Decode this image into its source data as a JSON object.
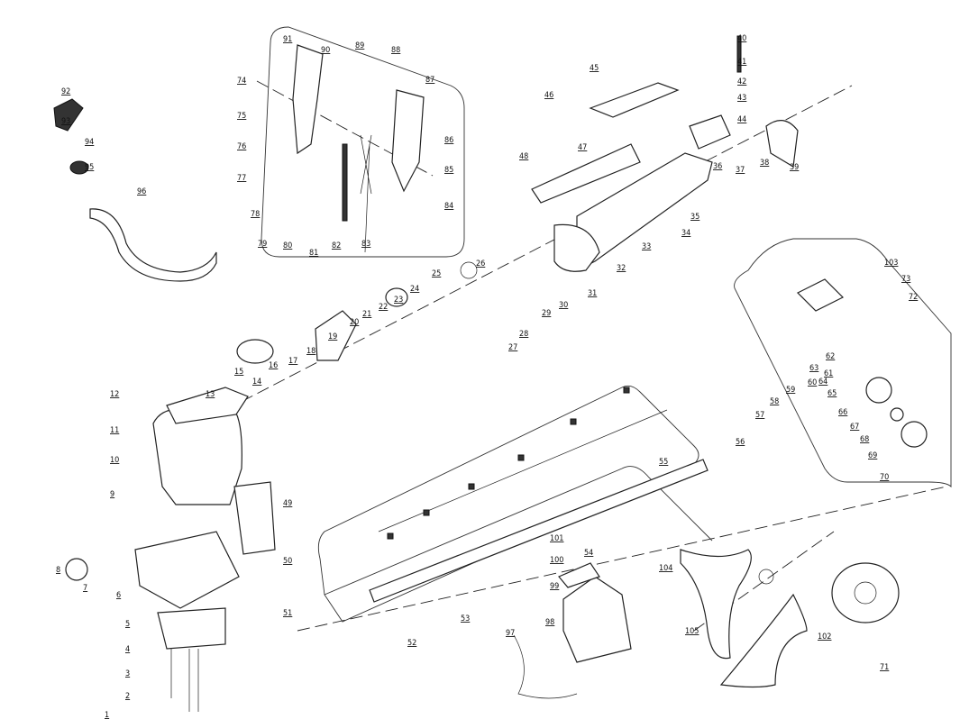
{
  "diagram": {
    "type": "exploded-parts-diagram",
    "part_labels": [
      "92",
      "93",
      "94",
      "95",
      "96",
      "74",
      "91",
      "90",
      "89",
      "88",
      "87",
      "75",
      "76",
      "77",
      "78",
      "79",
      "80",
      "81",
      "82",
      "83",
      "84",
      "85",
      "86",
      "40",
      "41",
      "42",
      "43",
      "44",
      "45",
      "46",
      "47",
      "48",
      "39",
      "38",
      "37",
      "36",
      "35",
      "34",
      "33",
      "32",
      "31",
      "30",
      "29",
      "28",
      "27",
      "26",
      "25",
      "24",
      "23",
      "22",
      "21",
      "20",
      "19",
      "18",
      "17",
      "16",
      "15",
      "14",
      "13",
      "12",
      "11",
      "10",
      "9",
      "8",
      "7",
      "6",
      "5",
      "4",
      "3",
      "2",
      "1",
      "49",
      "50",
      "51",
      "52",
      "53",
      "54",
      "55",
      "56",
      "57",
      "58",
      "59",
      "60",
      "61",
      "62",
      "63",
      "64",
      "65",
      "66",
      "67",
      "68",
      "69",
      "70",
      "71",
      "72",
      "73",
      "103",
      "104",
      "105",
      "102",
      "101",
      "100",
      "99",
      "98",
      "97"
    ]
  }
}
